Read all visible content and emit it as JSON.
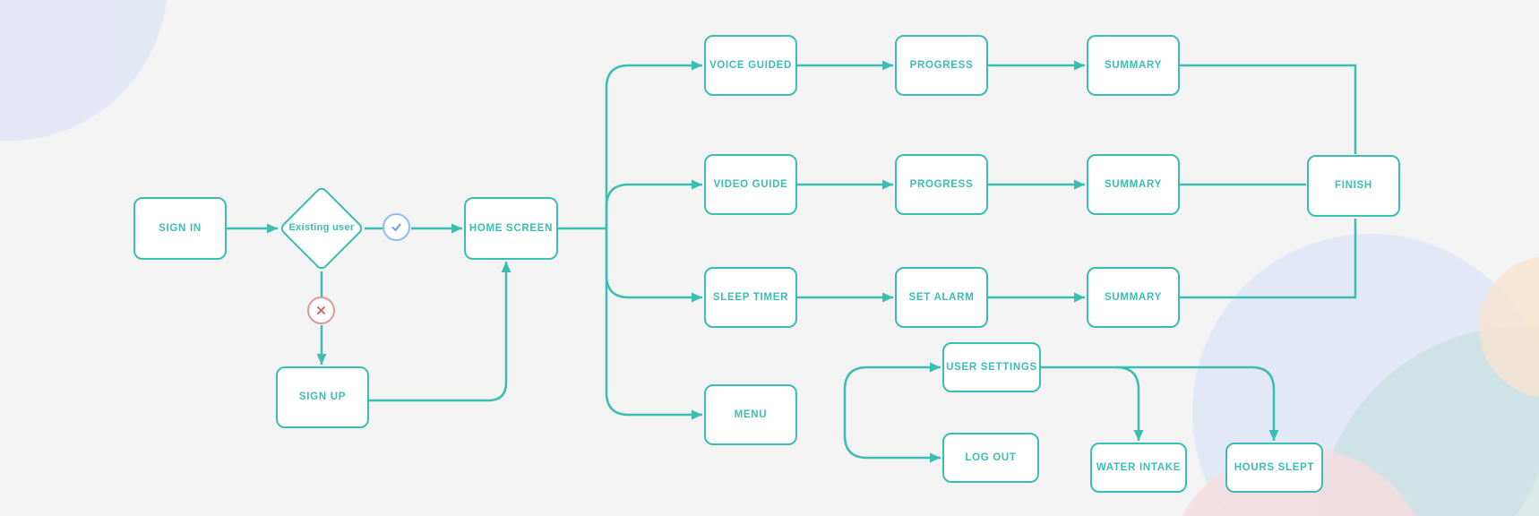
{
  "diagram": {
    "nodes": {
      "sign_in": {
        "label": "SIGN IN"
      },
      "existing_user": {
        "label": "Existing user"
      },
      "sign_up": {
        "label": "SIGN UP"
      },
      "home_screen": {
        "label": "HOME SCREEN"
      },
      "voice_guided": {
        "label": "VOICE GUIDED"
      },
      "video_guide": {
        "label": "VIDEO GUIDE"
      },
      "sleep_timer": {
        "label": "SLEEP TIMER"
      },
      "menu": {
        "label": "MENU"
      },
      "progress_voice": {
        "label": "PROGRESS"
      },
      "progress_video": {
        "label": "PROGRESS"
      },
      "set_alarm": {
        "label": "SET ALARM"
      },
      "summary_voice": {
        "label": "SUMMARY"
      },
      "summary_video": {
        "label": "SUMMARY"
      },
      "summary_sleep": {
        "label": "SUMMARY"
      },
      "finish": {
        "label": "FINISH"
      },
      "user_settings": {
        "label": "USER SETTINGS"
      },
      "log_out": {
        "label": "LOG OUT"
      },
      "water_intake": {
        "label": "WATER INTAKE"
      },
      "hours_slept": {
        "label": "HOURS SLEPT"
      }
    },
    "decision_icons": {
      "yes": "check-circle-icon",
      "no": "cross-circle-icon"
    },
    "edges": [
      {
        "from": "sign_in",
        "to": "existing_user"
      },
      {
        "from": "existing_user",
        "to": "home_screen",
        "via": "yes"
      },
      {
        "from": "existing_user",
        "to": "sign_up",
        "via": "no"
      },
      {
        "from": "sign_up",
        "to": "home_screen"
      },
      {
        "from": "home_screen",
        "to": "voice_guided"
      },
      {
        "from": "home_screen",
        "to": "video_guide"
      },
      {
        "from": "home_screen",
        "to": "sleep_timer"
      },
      {
        "from": "home_screen",
        "to": "menu"
      },
      {
        "from": "voice_guided",
        "to": "progress_voice"
      },
      {
        "from": "progress_voice",
        "to": "summary_voice"
      },
      {
        "from": "summary_voice",
        "to": "finish"
      },
      {
        "from": "video_guide",
        "to": "progress_video"
      },
      {
        "from": "progress_video",
        "to": "summary_video"
      },
      {
        "from": "summary_video",
        "to": "finish"
      },
      {
        "from": "sleep_timer",
        "to": "set_alarm"
      },
      {
        "from": "set_alarm",
        "to": "summary_sleep"
      },
      {
        "from": "summary_sleep",
        "to": "finish"
      },
      {
        "from": "",
        "to": "user_settings"
      },
      {
        "from": "",
        "to": "log_out"
      },
      {
        "from": "user_settings",
        "to": "water_intake"
      },
      {
        "from": "user_settings",
        "to": "hours_slept"
      }
    ],
    "colors": {
      "line_teal": "#3cbdb2",
      "node_text": "#3cbdb2",
      "node_fill": "#ffffff",
      "yes_circle_border": "#8fbdf0",
      "yes_check": "#6d9eea",
      "no_circle_border": "#dd9898",
      "no_cross": "#d06c6c",
      "canvas_bg": "#f3f3f4"
    }
  }
}
